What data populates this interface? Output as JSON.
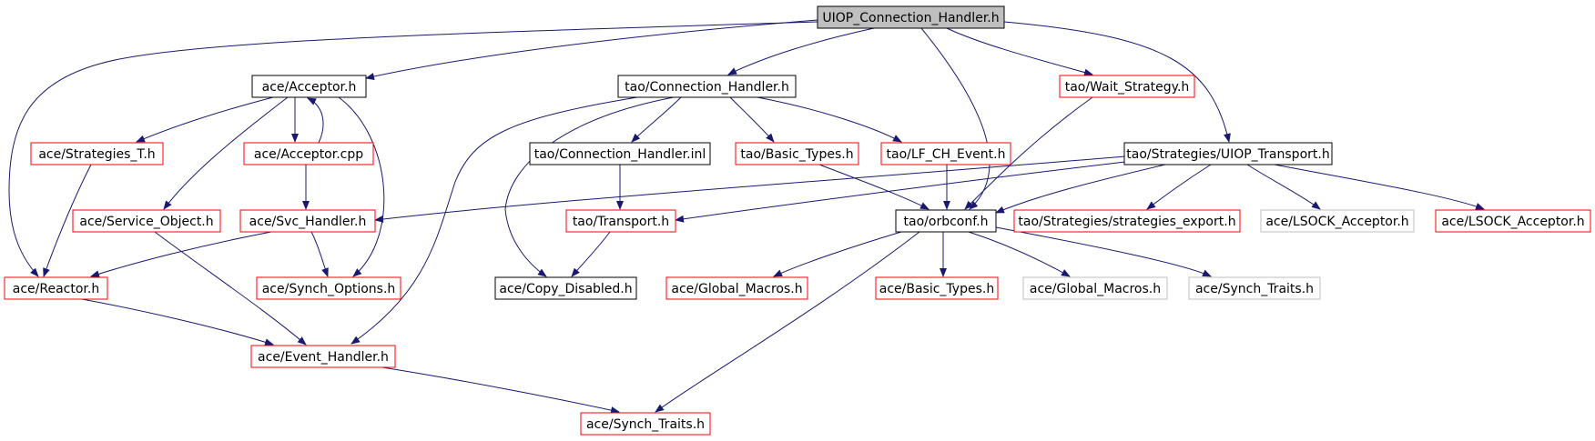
{
  "graph": {
    "colors": {
      "edge": "#191970",
      "root_fill": "#bfbfbf",
      "border_red": "#ff0000",
      "border_black": "#000000",
      "border_gray": "#bfbfbf"
    },
    "nodes": [
      {
        "id": "n0",
        "label": "UIOP_Connection_Handler.h",
        "style": "root"
      },
      {
        "id": "n1",
        "label": "ace/Acceptor.h",
        "style": "black"
      },
      {
        "id": "n2",
        "label": "tao/Connection_Handler.h",
        "style": "black"
      },
      {
        "id": "n3",
        "label": "tao/Wait_Strategy.h",
        "style": "red"
      },
      {
        "id": "n4",
        "label": "ace/Strategies_T.h",
        "style": "red"
      },
      {
        "id": "n5",
        "label": "ace/Acceptor.cpp",
        "style": "red"
      },
      {
        "id": "n6",
        "label": "tao/Connection_Handler.inl",
        "style": "black"
      },
      {
        "id": "n7",
        "label": "tao/Basic_Types.h",
        "style": "red"
      },
      {
        "id": "n8",
        "label": "tao/LF_CH_Event.h",
        "style": "red"
      },
      {
        "id": "n9",
        "label": "tao/Strategies/UIOP_Transport.h",
        "style": "black"
      },
      {
        "id": "n10",
        "label": "ace/Service_Object.h",
        "style": "red"
      },
      {
        "id": "n11",
        "label": "ace/Svc_Handler.h",
        "style": "red"
      },
      {
        "id": "n12",
        "label": "tao/Transport.h",
        "style": "red"
      },
      {
        "id": "n13",
        "label": "tao/orbconf.h",
        "style": "black"
      },
      {
        "id": "n14",
        "label": "tao/Strategies/strategies_export.h",
        "style": "red"
      },
      {
        "id": "n15",
        "label": "ace/LSOCK_Acceptor.h",
        "style": "gray"
      },
      {
        "id": "n16",
        "label": "ace/LSOCK_Acceptor.h",
        "style": "red"
      },
      {
        "id": "n17",
        "label": "ace/Reactor.h",
        "style": "red"
      },
      {
        "id": "n18",
        "label": "ace/Synch_Options.h",
        "style": "red"
      },
      {
        "id": "n19",
        "label": "ace/Copy_Disabled.h",
        "style": "black"
      },
      {
        "id": "n20",
        "label": "ace/Global_Macros.h",
        "style": "red"
      },
      {
        "id": "n21",
        "label": "ace/Basic_Types.h",
        "style": "red"
      },
      {
        "id": "n22",
        "label": "ace/Global_Macros.h",
        "style": "gray"
      },
      {
        "id": "n23",
        "label": "ace/Synch_Traits.h",
        "style": "gray"
      },
      {
        "id": "n24",
        "label": "ace/Event_Handler.h",
        "style": "red"
      },
      {
        "id": "n25",
        "label": "ace/Synch_Traits.h",
        "style": "red"
      }
    ],
    "edges": [
      {
        "from": "n0",
        "to": "n1"
      },
      {
        "from": "n0",
        "to": "n17"
      },
      {
        "from": "n0",
        "to": "n2"
      },
      {
        "from": "n0",
        "to": "n3"
      },
      {
        "from": "n0",
        "to": "n13"
      },
      {
        "from": "n0",
        "to": "n9"
      },
      {
        "from": "n1",
        "to": "n4"
      },
      {
        "from": "n1",
        "to": "n5"
      },
      {
        "from": "n5",
        "to": "n1"
      },
      {
        "from": "n1",
        "to": "n10"
      },
      {
        "from": "n1",
        "to": "n18"
      },
      {
        "from": "n5",
        "to": "n11"
      },
      {
        "from": "n4",
        "to": "n17"
      },
      {
        "from": "n10",
        "to": "n24"
      },
      {
        "from": "n11",
        "to": "n17"
      },
      {
        "from": "n11",
        "to": "n18"
      },
      {
        "from": "n17",
        "to": "n24"
      },
      {
        "from": "n24",
        "to": "n25"
      },
      {
        "from": "n2",
        "to": "n6"
      },
      {
        "from": "n2",
        "to": "n7"
      },
      {
        "from": "n2",
        "to": "n8"
      },
      {
        "from": "n2",
        "to": "n19"
      },
      {
        "from": "n2",
        "to": "n24"
      },
      {
        "from": "n6",
        "to": "n12"
      },
      {
        "from": "n12",
        "to": "n19"
      },
      {
        "from": "n7",
        "to": "n13"
      },
      {
        "from": "n8",
        "to": "n13"
      },
      {
        "from": "n3",
        "to": "n13"
      },
      {
        "from": "n9",
        "to": "n11"
      },
      {
        "from": "n9",
        "to": "n12"
      },
      {
        "from": "n9",
        "to": "n13"
      },
      {
        "from": "n9",
        "to": "n14"
      },
      {
        "from": "n9",
        "to": "n15"
      },
      {
        "from": "n9",
        "to": "n16"
      },
      {
        "from": "n13",
        "to": "n20"
      },
      {
        "from": "n13",
        "to": "n21"
      },
      {
        "from": "n13",
        "to": "n22"
      },
      {
        "from": "n13",
        "to": "n23"
      },
      {
        "from": "n13",
        "to": "n25"
      }
    ]
  }
}
